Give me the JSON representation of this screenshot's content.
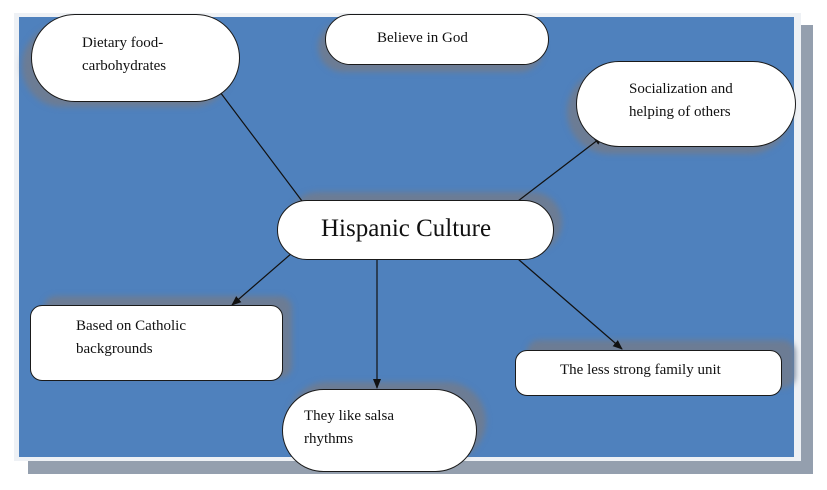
{
  "diagram": {
    "title": "Hispanic Culture",
    "central_node": {
      "id": "center",
      "label": "Hispanic Culture"
    },
    "nodes": [
      {
        "id": "dietary",
        "label": "Dietary food-\ncarbohydrates"
      },
      {
        "id": "god",
        "label": "Believe in God"
      },
      {
        "id": "social",
        "label": "Socialization and\nhelping of others"
      },
      {
        "id": "catholic",
        "label": "Based on Catholic\nbackgrounds"
      },
      {
        "id": "salsa",
        "label": "They like salsa\nrhythms"
      },
      {
        "id": "family",
        "label": "The less strong family unit"
      }
    ],
    "edges": [
      {
        "from": "center",
        "to": "dietary"
      },
      {
        "from": "center",
        "to": "social"
      },
      {
        "from": "center",
        "to": "catholic"
      },
      {
        "from": "center",
        "to": "salsa"
      },
      {
        "from": "center",
        "to": "family"
      }
    ]
  },
  "colors": {
    "panel_blue": "#4f81bd",
    "frame_shadow": "#949fae",
    "node_fill": "#ffffff",
    "node_shadow": "#6c7c94",
    "arrow": "#111111"
  }
}
